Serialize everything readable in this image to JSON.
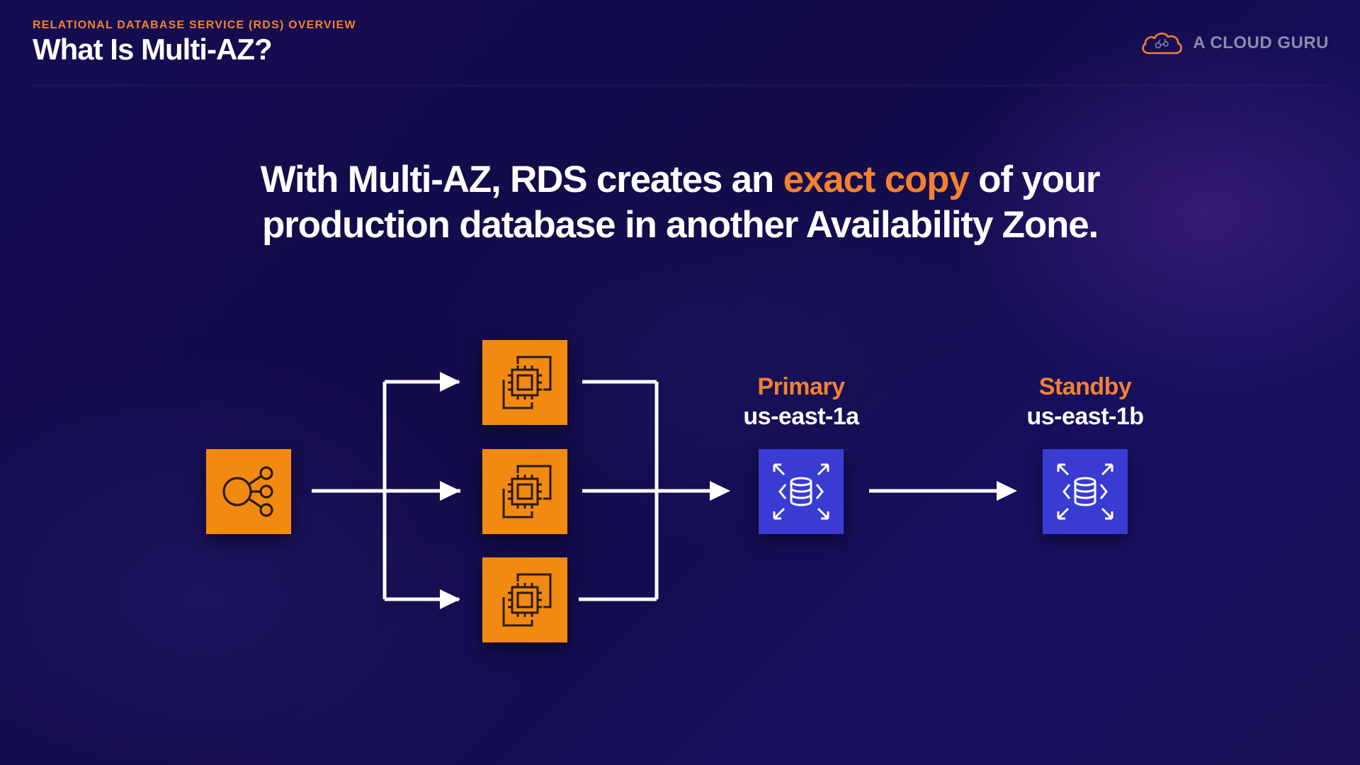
{
  "header": {
    "section_label": "RELATIONAL DATABASE SERVICE (RDS) OVERVIEW",
    "title": "What Is Multi-AZ?"
  },
  "brand": {
    "name": "A CLOUD GURU",
    "logo_icon": "cloud-brain-icon"
  },
  "headline": {
    "before": "With Multi-AZ, RDS creates an ",
    "highlight": "exact copy",
    "after_line1": " of your",
    "line2": "production database in another Availability Zone."
  },
  "diagram": {
    "load_balancer_icon": "load-balancer-icon",
    "instance_icon": "ec2-instance-icon",
    "database_icon": "rds-database-icon",
    "primary": {
      "role": "Primary",
      "zone": "us-east-1a"
    },
    "standby": {
      "role": "Standby",
      "zone": "us-east-1b"
    }
  },
  "colors": {
    "accent_orange": "#f3812f",
    "tile_orange": "#f28a12",
    "tile_blue": "#3a3bd3",
    "background": "#150d52",
    "text_white": "#ffffff"
  }
}
